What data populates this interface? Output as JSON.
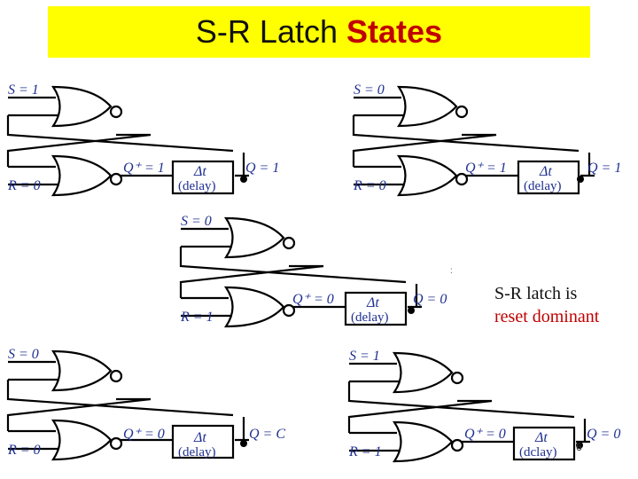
{
  "slide": {
    "title_main": "S-R Latch",
    "title_accent": "States",
    "note_line1": "S-R latch is",
    "note_line2": "reset dominant",
    "page_number": "6",
    "stray_mark": ":"
  },
  "colors": {
    "title_bg": "#ffff00",
    "accent": "#c00000",
    "label": "#1f2f8f"
  },
  "circuits": [
    {
      "s": "S = 1",
      "r": "R = 0",
      "qplus": "Q⁺ = 1",
      "q": "Q = 1",
      "dt": "Δt",
      "delay": "(delay)"
    },
    {
      "s": "S = 0",
      "r": "R = 0",
      "qplus": "Q⁺ = 1",
      "q": "Q = 1",
      "dt": "Δt",
      "delay": "(delay)"
    },
    {
      "s": "S = 0",
      "r": "R = 1",
      "qplus": "Q⁺ = 0",
      "q": "Q = 0",
      "dt": "Δt",
      "delay": "(delay)"
    },
    {
      "s": "S = 0",
      "r": "R = 0",
      "qplus": "Q⁺ = 0",
      "q": "Q = C",
      "dt": "Δt",
      "delay": "(delay)"
    },
    {
      "s": "S = 1",
      "r": "R = 1",
      "qplus": "Q⁺ = 0",
      "q": "Q = 0",
      "dt": "Δt",
      "delay": "(dclay)"
    }
  ]
}
